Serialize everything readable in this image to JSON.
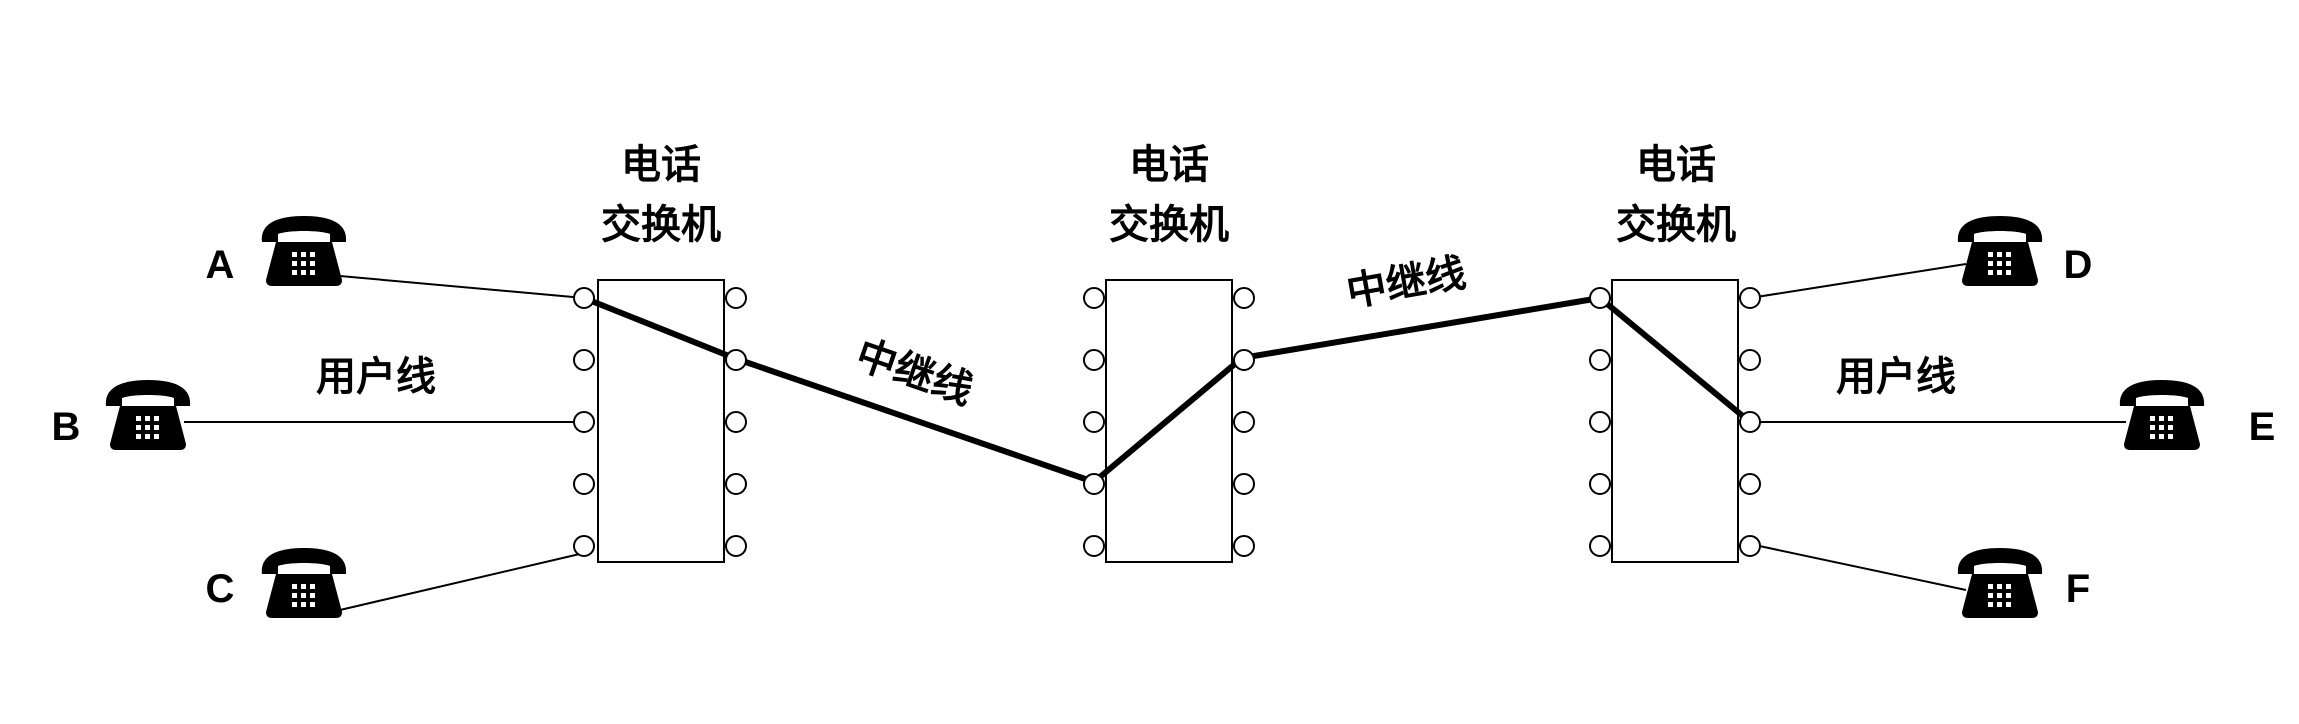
{
  "exchanges": [
    {
      "title_line1": "电话",
      "title_line2": "交换机"
    },
    {
      "title_line1": "电话",
      "title_line2": "交换机"
    },
    {
      "title_line1": "电话",
      "title_line2": "交换机"
    }
  ],
  "phones": [
    "A",
    "B",
    "C",
    "D",
    "E",
    "F"
  ],
  "labels": {
    "user_line_left": "用户线",
    "user_line_right": "用户线",
    "trunk_left": "中继线",
    "trunk_right": "中继线"
  },
  "icons": {
    "phone": "telephone-icon",
    "terminal": "circle-terminal"
  }
}
